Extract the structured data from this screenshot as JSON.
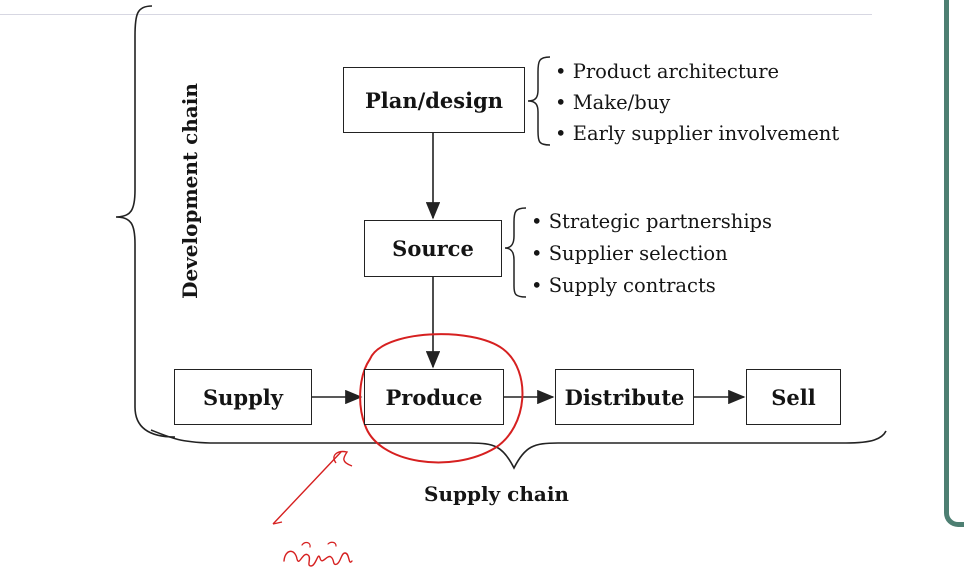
{
  "colors": {
    "frame_accent": "#4d7f72",
    "ink": "#151515",
    "annotation_red": "#d62020"
  },
  "boxes": {
    "plan_design": "Plan/design",
    "source": "Source",
    "supply": "Supply",
    "produce": "Produce",
    "distribute": "Distribute",
    "sell": "Sell"
  },
  "plan_notes": [
    "Product architecture",
    "Make/buy",
    "Early supplier involvement"
  ],
  "source_notes": [
    "Strategic partnerships",
    "Supplier selection",
    "Supply contracts"
  ],
  "labels": {
    "development_chain": "Development chain",
    "supply_chain": "Supply chain"
  }
}
